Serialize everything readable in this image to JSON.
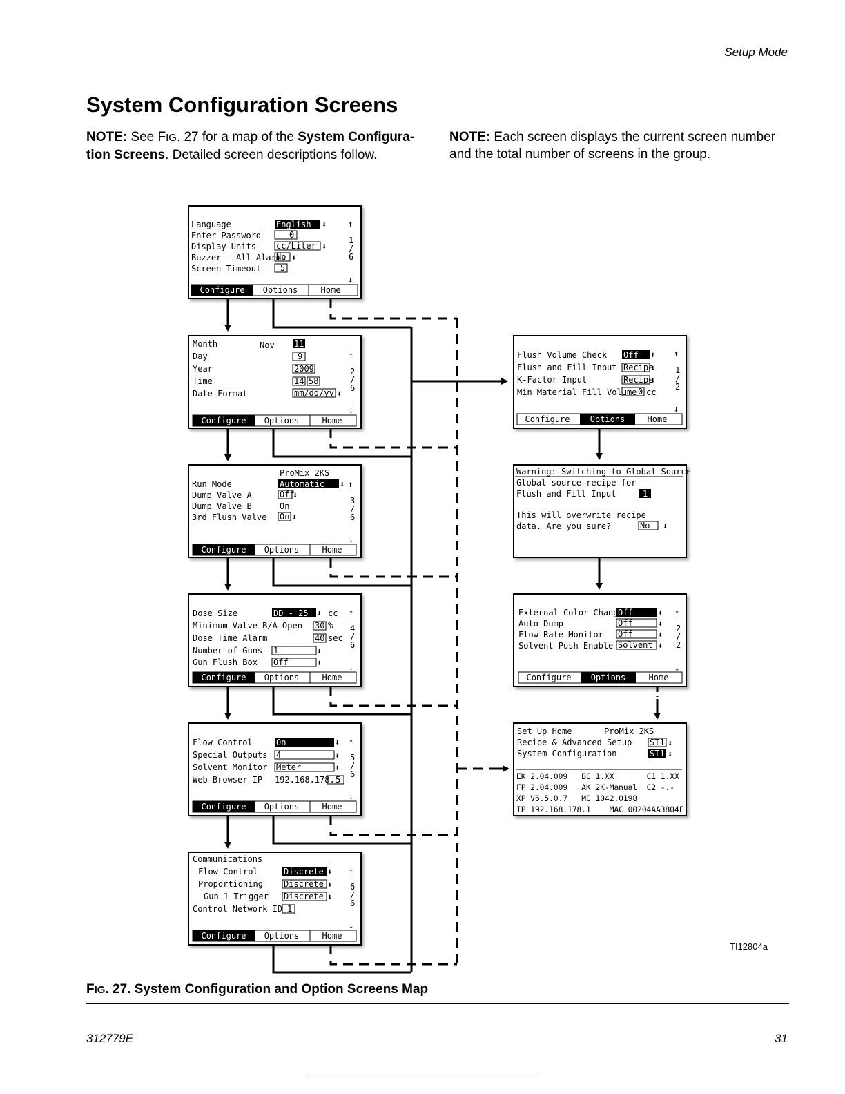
{
  "header": {
    "section": "Setup Mode"
  },
  "title": "System Configuration Screens",
  "notes": {
    "left_label": "NOTE:",
    "left_text_a": "See F",
    "left_text_fig": "IG",
    "left_text_b": ". 27 for a map of the ",
    "left_bold": "System Configura-tion Screens",
    "left_text_c": ". Detailed screen descriptions follow.",
    "right_label": "NOTE:",
    "right_text": "Each screen displays the current screen number and the total number of screens in the group."
  },
  "tabs": {
    "configure": "Configure",
    "options": "Options",
    "home": "Home"
  },
  "screens": {
    "config1": {
      "labels": [
        "Language",
        "Enter Password",
        "Display Units",
        "Buzzer - All Alarms",
        "Screen Timeout"
      ],
      "values": [
        "English",
        "0",
        "cc/Liter",
        "No",
        "5"
      ],
      "page": [
        "1",
        "/",
        "6"
      ]
    },
    "config2": {
      "labels": [
        "Month",
        "Day",
        "Year",
        "Time",
        "Date Format"
      ],
      "month_name": "Nov",
      "values": [
        "11",
        "9",
        "2009",
        "14",
        "58",
        "mm/dd/yy"
      ],
      "page": [
        "2",
        "/",
        "6"
      ]
    },
    "config3": {
      "header": "ProMix 2KS",
      "labels": [
        "Run Mode",
        "Dump Valve A",
        "Dump Valve B",
        "3rd Flush Valve"
      ],
      "values": [
        "Automatic",
        "Off",
        "On",
        "On"
      ],
      "page": [
        "3",
        "/",
        "6"
      ]
    },
    "config4": {
      "labels": [
        "Dose Size",
        "Minimum Valve B/A Open",
        "Dose Time Alarm",
        "Number of Guns",
        "Gun Flush Box"
      ],
      "values": [
        "DD - 25",
        "30",
        "40",
        "1",
        "Off"
      ],
      "units": [
        "cc",
        "%",
        "sec"
      ],
      "page": [
        "4",
        "/",
        "6"
      ]
    },
    "config5": {
      "labels": [
        "Flow Control",
        "Special Outputs",
        "Solvent Monitor",
        "Web Browser IP"
      ],
      "values": [
        "On",
        "4",
        "Meter",
        "192.168.178.",
        "5"
      ],
      "page": [
        "5",
        "/",
        "6"
      ]
    },
    "config6": {
      "header": "Communications",
      "labels": [
        "Flow Control",
        "Proportioning",
        "Gun 1 Trigger",
        "Control Network ID"
      ],
      "values": [
        "Discrete",
        "Discrete",
        "Discrete",
        "1"
      ],
      "page": [
        "6",
        "/",
        "6"
      ]
    },
    "options1": {
      "labels": [
        "Flush Volume Check",
        "Flush and Fill Input",
        "K-Factor Input",
        "Min Material Fill Volume"
      ],
      "values": [
        "Off",
        "Recipe",
        "Recipe",
        "0"
      ],
      "unit": "cc",
      "page": [
        "1",
        "/",
        "2"
      ]
    },
    "warning": {
      "title": "Warning: Switching to Global Source",
      "line1": "Global source recipe for",
      "line2": "Flush and Fill Input",
      "value": "1",
      "line3": "This will overwrite recipe",
      "line4": "data. Are you sure?",
      "answer": "No"
    },
    "options2": {
      "labels": [
        "External Color Change",
        "Auto Dump",
        "Flow Rate Monitor",
        "Solvent Push Enable"
      ],
      "values": [
        "Off",
        "Off",
        "Off",
        "Solvent"
      ],
      "page": [
        "2",
        "/",
        "2"
      ]
    },
    "setuphome": {
      "header_left": "Set Up Home",
      "header_right": "ProMix 2KS",
      "rows": [
        "Recipe & Advanced Setup",
        "System Configuration"
      ],
      "values": [
        "ST1",
        "ST1"
      ],
      "info": [
        "EK 2.04.009   BC 1.XX       C1 1.XX",
        "FP 2.04.009   AK 2K-Manual  C2 -.-",
        "XP V6.5.0.7   MC 1042.0198",
        "IP 192.168.178.1    MAC 00204AA3804F"
      ]
    }
  },
  "figure": {
    "caption_prefix": "F",
    "caption_ig": "IG",
    "caption_rest": ". 27. System Configuration and Option Screens Map",
    "ti": "TI12804a"
  },
  "footer": {
    "doc_number": "312779E",
    "page_number": "31"
  }
}
